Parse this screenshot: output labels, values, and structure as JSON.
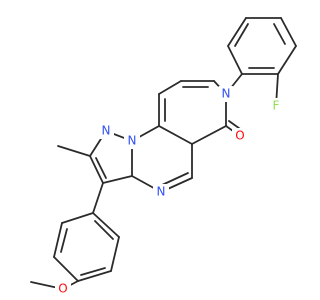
{
  "molecule": {
    "atoms": {
      "N_top": "N",
      "N_pyrazole_1": "N",
      "N_pyrazole_2": "N",
      "N_pyrimidine": "N",
      "O_carbonyl": "O",
      "F": "F",
      "O_methoxy": "O"
    },
    "colors": {
      "N": "#3050f8",
      "O": "#ff0d0d",
      "F": "#90e050",
      "bond": "#2b2b2b"
    }
  }
}
